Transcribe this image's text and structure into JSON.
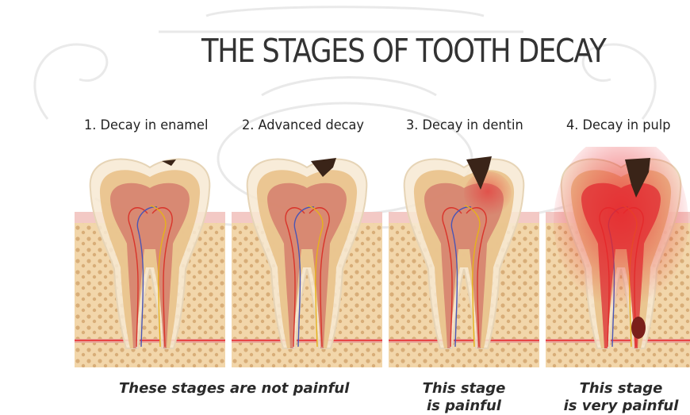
{
  "title": "THE STAGES OF TOOTH DECAY",
  "stages": [
    {
      "label": "1. Decay in enamel",
      "decay": 1
    },
    {
      "label": "2. Advanced decay",
      "decay": 2
    },
    {
      "label": "3. Decay in dentin",
      "decay": 3
    },
    {
      "label": "4. Decay in pulp",
      "decay": 4
    }
  ],
  "captions": {
    "not_painful": "These stages are not painful",
    "painful_line1": "This stage",
    "painful_line2": "is painful",
    "very_painful_line1": "This stage",
    "very_painful_line2": "is very painful"
  },
  "colors": {
    "title": "#333333",
    "gum": "#f3c9c5",
    "bone": "#f2d6aa",
    "bone_dots": "#d8ad78",
    "enamel": "#f7e9d2",
    "dentin": "#e9c28a",
    "pulp": "#c9585a",
    "cavity": "#3a2418",
    "inflamed": "#e8262b"
  }
}
